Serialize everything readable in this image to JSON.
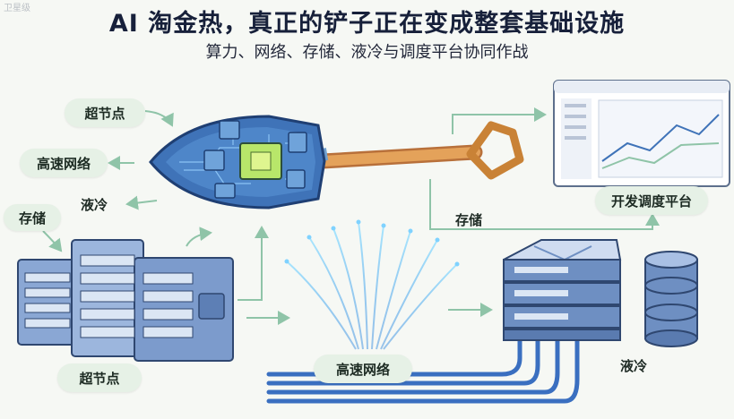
{
  "header": {
    "title": "AI 淘金热，真正的铲子正在变成整套基础设施",
    "subtitle": "算力、网络、存储、液冷与调度平台协同作战",
    "corner_mark": "卫星级"
  },
  "labels": {
    "super_node_top": "超节点",
    "high_speed_network_left": "高速网络",
    "liquid_cooling_left": "液冷",
    "storage_left": "存储",
    "super_node_bottom": "超节点",
    "high_speed_network_bottom": "高速网络",
    "storage_mid": "存储",
    "platform": "开发调度平台",
    "liquid_cooling_right": "液冷"
  },
  "colors": {
    "background": "#f6f8f4",
    "pill": "#e6f1e6",
    "arrow": "#8fc4a8",
    "shovel_blade": "#3f73b8",
    "handle": "#d08a3c",
    "server": "#6e8fc2",
    "cable": "#3a6fc0"
  }
}
